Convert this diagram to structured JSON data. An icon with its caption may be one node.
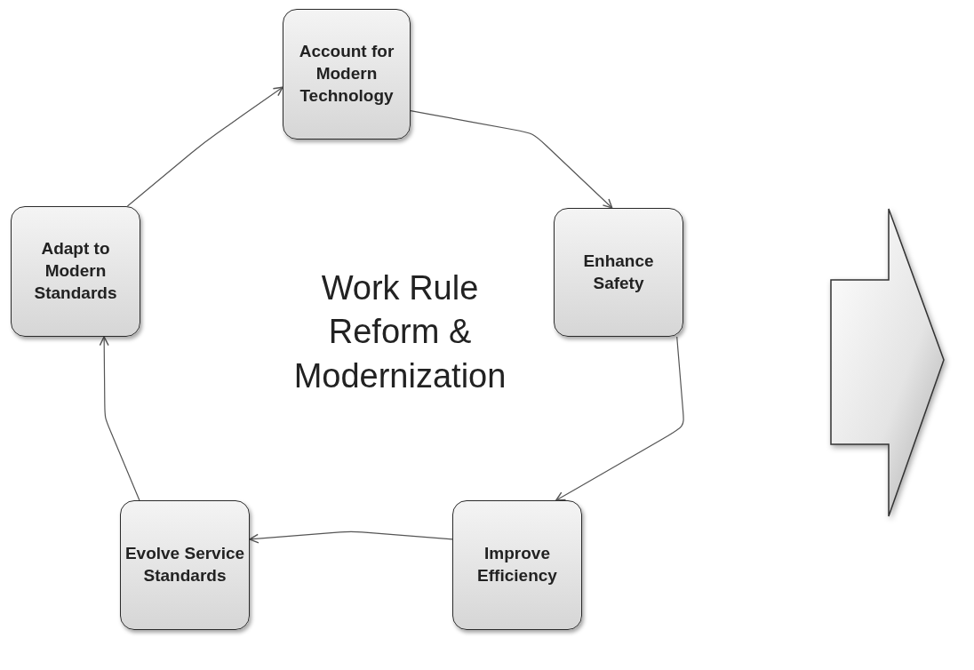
{
  "diagram": {
    "nodes": [
      {
        "text": [
          "Account for Modern Technology"
        ]
      },
      {
        "text": [
          "Enhance Safety"
        ]
      },
      {
        "text": [
          "Improve Efficiency"
        ]
      },
      {
        "text": [
          "Evolve Service Standards"
        ]
      },
      {
        "text": [
          "Adapt to Modern Standards"
        ]
      },
      {
        "text": [],
        "shape": "arrow"
      }
    ],
    "edges": [
      {
        "from": 0,
        "to": 1,
        "arrow": "to"
      },
      {
        "from": 1,
        "to": 2,
        "arrow": "to"
      },
      {
        "from": 2,
        "to": 3,
        "arrow": "to"
      },
      {
        "from": 3,
        "to": 4,
        "arrow": "to"
      },
      {
        "from": 4,
        "to": 0,
        "arrow": "to"
      }
    ],
    "labels": [
      "Work Rule Reform & Modernization"
    ]
  }
}
